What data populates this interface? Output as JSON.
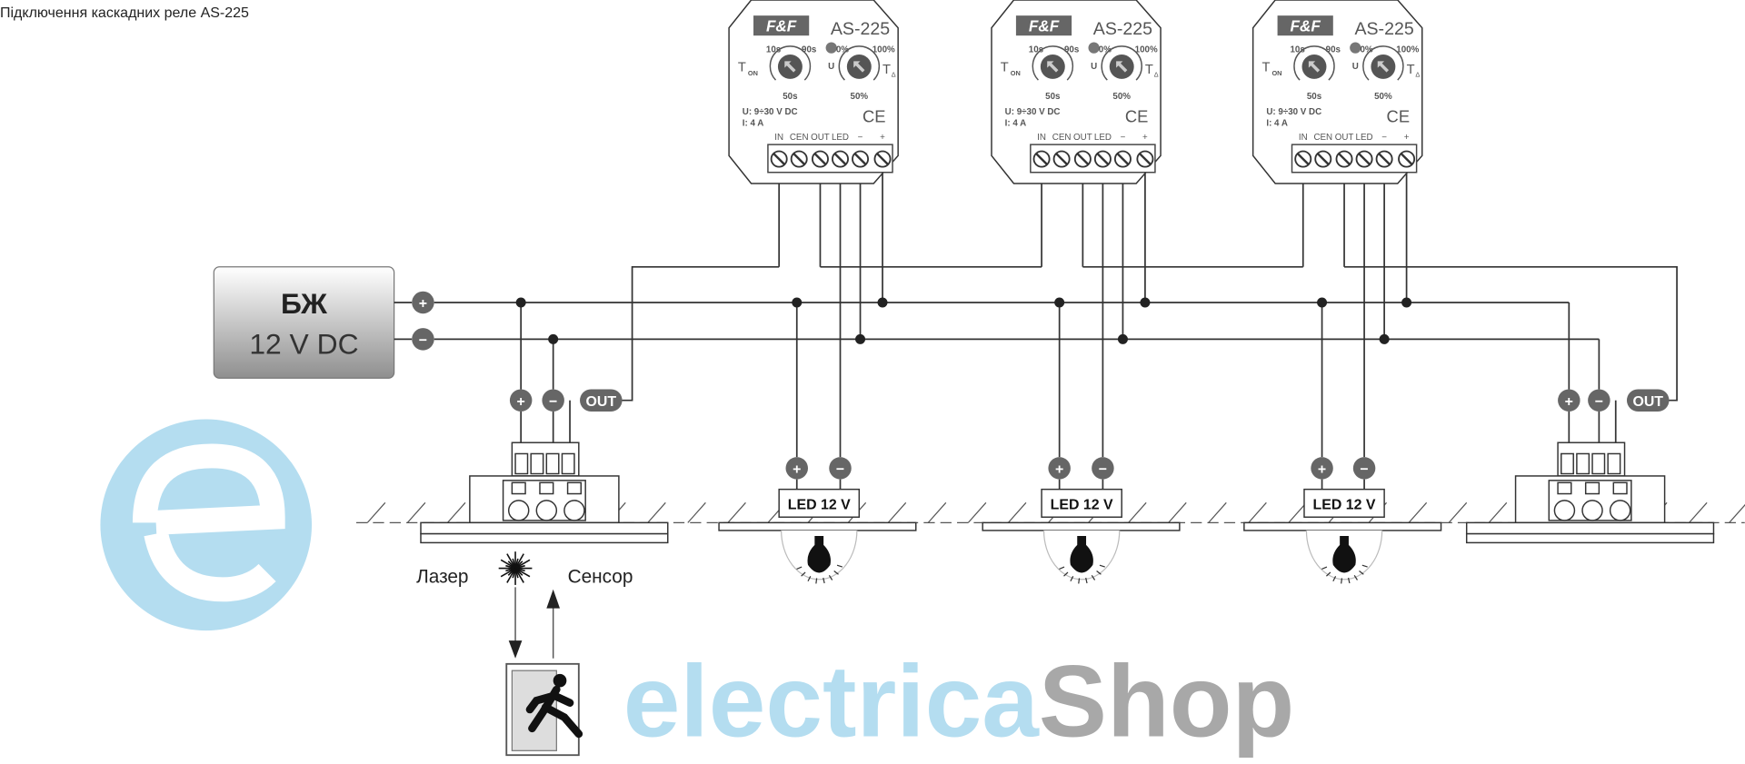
{
  "title": "Підключення каскадних реле AS-225",
  "power_supply": {
    "name": "БЖ",
    "voltage": "12 V DC",
    "plus": "+",
    "minus": "−"
  },
  "relay": {
    "brand": "F&F",
    "model": "AS-225",
    "t_on": "T",
    "t_on_sub": "ON",
    "t_on_min": "10s",
    "t_on_max": "90s",
    "t_on_mid": "50s",
    "u_label": "U",
    "t_a": "T",
    "t_a_sub": "Δ",
    "t_a_min": "0%",
    "t_a_max": "100%",
    "t_a_mid": "50%",
    "spec_u": "U: 9÷30 V DC",
    "spec_i": "I: 4 A",
    "ce": "CE",
    "terminals": [
      "IN",
      "CEN",
      "OUT",
      "LED",
      "−",
      "+"
    ]
  },
  "sensor": {
    "plus": "+",
    "minus": "−",
    "out": "OUT",
    "laser": "Лазер",
    "sensor": "Сенсор"
  },
  "lamp": {
    "label": "LED 12 V",
    "plus": "+",
    "minus": "−"
  },
  "watermark": {
    "part1": "electrica",
    "part2": "Shop"
  },
  "colors": {
    "terminal": "#666666",
    "watermark_blue": "#a8d8ee",
    "watermark_gray": "#9a9a9a"
  }
}
